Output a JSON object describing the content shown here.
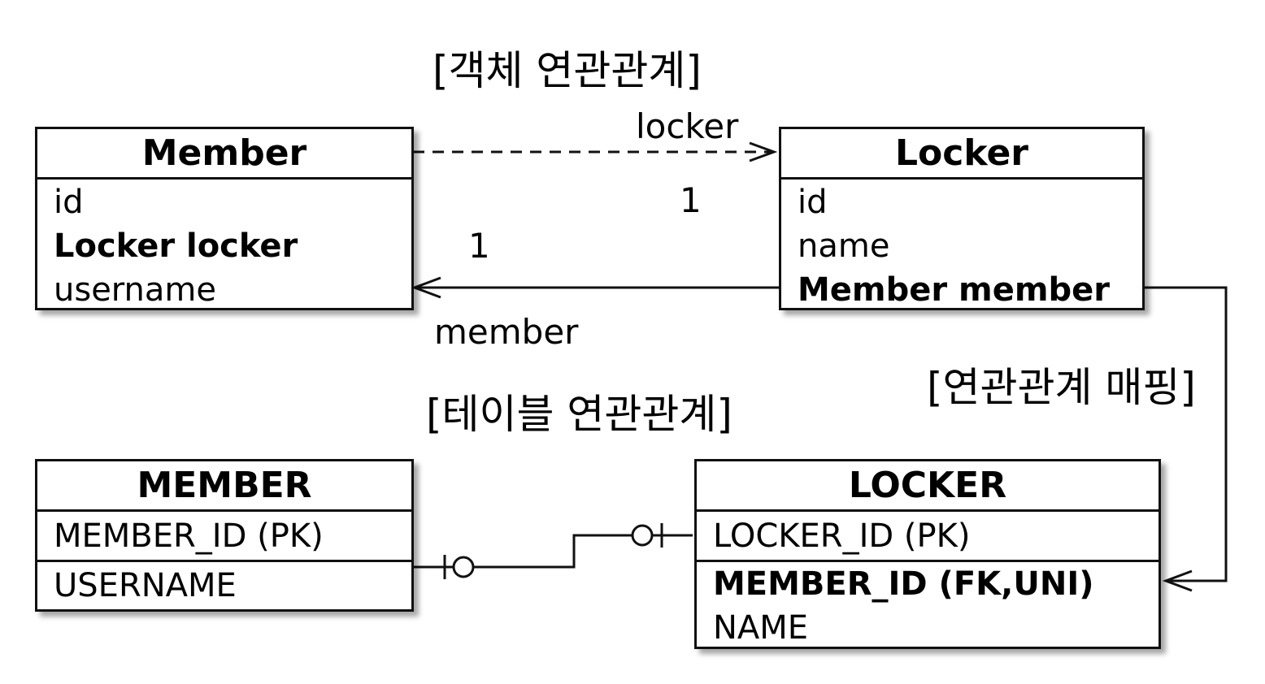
{
  "object_relation": {
    "title": "[객체 연관관계]",
    "member_class": {
      "header": "Member",
      "fields": [
        "id",
        "Locker locker",
        "username"
      ]
    },
    "locker_class": {
      "header": "Locker",
      "fields": [
        "id",
        "name",
        "Member member"
      ]
    },
    "locker_ref": {
      "label": "locker",
      "multiplicity": "1"
    },
    "member_ref": {
      "label": "member",
      "multiplicity": "1"
    }
  },
  "mapping_label": "[연관관계 매핑]",
  "table_relation": {
    "title": "[테이블 연관관계]",
    "member_table": {
      "header": "MEMBER",
      "pk": "MEMBER_ID (PK)",
      "columns": [
        "USERNAME"
      ]
    },
    "locker_table": {
      "header": "LOCKER",
      "pk": "LOCKER_ID (PK)",
      "columns": [
        "MEMBER_ID (FK,UNI)",
        "NAME"
      ]
    }
  }
}
